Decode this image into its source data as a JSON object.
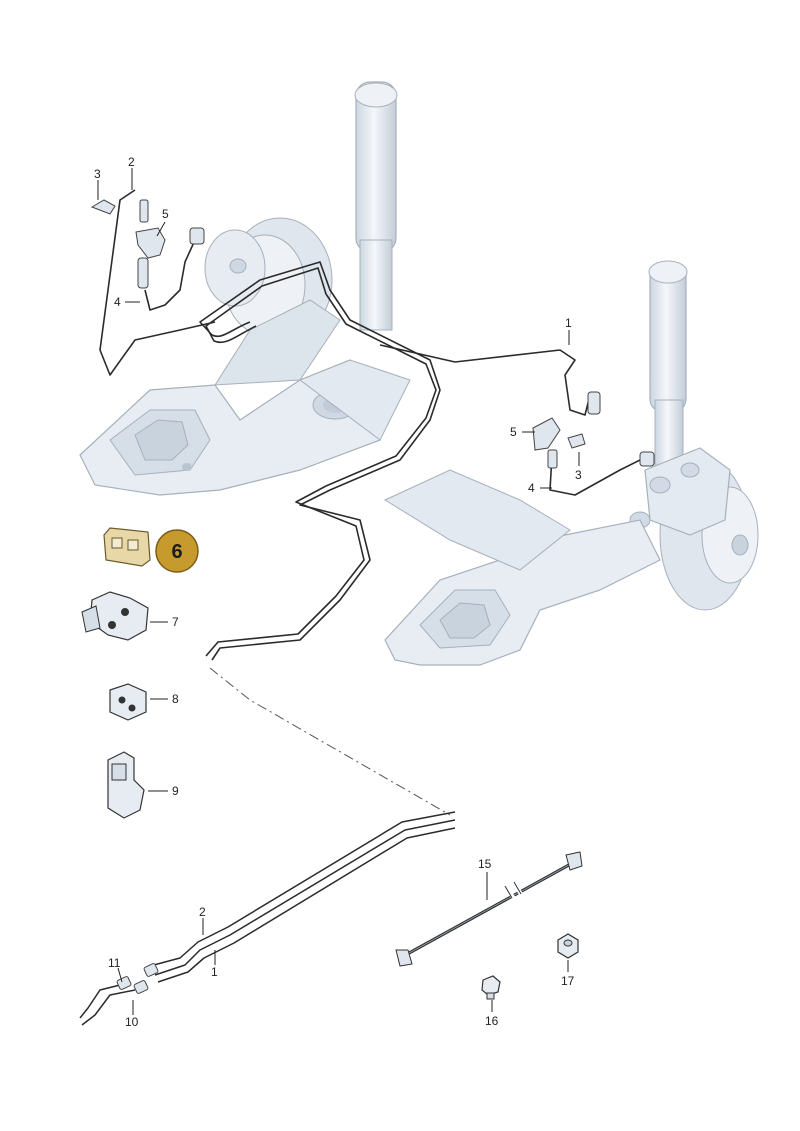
{
  "callouts": {
    "c1a": "1",
    "c1b": "1",
    "c2a": "2",
    "c2b": "2",
    "c3a": "3",
    "c3b": "3",
    "c4a": "4",
    "c4b": "4",
    "c5a": "5",
    "c5b": "5",
    "c6": "6",
    "c7": "7",
    "c8": "8",
    "c9": "9",
    "c10": "10",
    "c11": "11",
    "c15": "15",
    "c16": "16",
    "c17": "17"
  },
  "colors": {
    "part_fill": "#e9eef4",
    "part_shade": "#cdd7e2",
    "part_stroke": "#8a94a0",
    "line": "#2b2b2b",
    "highlight": "#c79a2e"
  }
}
